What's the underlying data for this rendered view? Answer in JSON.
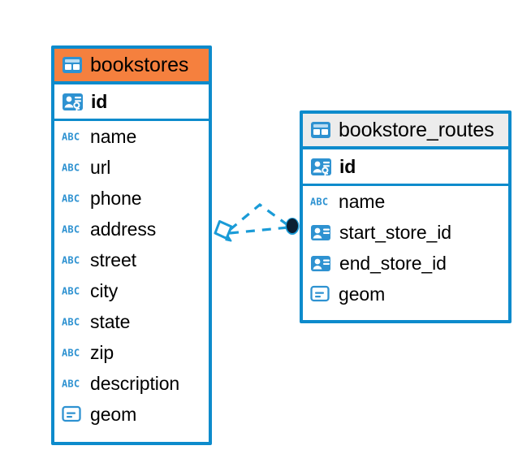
{
  "diagram": {
    "type": "entity-relationship-diagram",
    "colors": {
      "border_blue": "#0d8bcc",
      "header_orange": "#f5803e",
      "header_gray": "#ececec",
      "icon_blue": "#2e92d1",
      "connector_blue": "#1a9bd7",
      "connector_endpoint_dark": "#0b1f33",
      "background": "#ffffff",
      "text": "#000000"
    },
    "tables": [
      {
        "name": "bookstores",
        "header_style": "orange",
        "title_icon": "table-icon",
        "fields": [
          {
            "name": "id",
            "icon": "primary-key-icon",
            "type": "pk",
            "bold": true
          },
          {
            "name": "name",
            "icon": "abc-text-icon",
            "type": "text",
            "bold": false
          },
          {
            "name": "url",
            "icon": "abc-text-icon",
            "type": "text",
            "bold": false
          },
          {
            "name": "phone",
            "icon": "abc-text-icon",
            "type": "text",
            "bold": false
          },
          {
            "name": "address",
            "icon": "abc-text-icon",
            "type": "text",
            "bold": false
          },
          {
            "name": "street",
            "icon": "abc-text-icon",
            "type": "text",
            "bold": false
          },
          {
            "name": "city",
            "icon": "abc-text-icon",
            "type": "text",
            "bold": false
          },
          {
            "name": "state",
            "icon": "abc-text-icon",
            "type": "text",
            "bold": false
          },
          {
            "name": "zip",
            "icon": "abc-text-icon",
            "type": "text",
            "bold": false
          },
          {
            "name": "description",
            "icon": "abc-text-icon",
            "type": "text",
            "bold": false
          },
          {
            "name": "geom",
            "icon": "geometry-icon",
            "type": "geometry",
            "bold": false
          }
        ]
      },
      {
        "name": "bookstore_routes",
        "header_style": "gray",
        "title_icon": "table-icon",
        "fields": [
          {
            "name": "id",
            "icon": "primary-key-icon",
            "type": "pk",
            "bold": true
          },
          {
            "name": "name",
            "icon": "abc-text-icon",
            "type": "text",
            "bold": false
          },
          {
            "name": "start_store_id",
            "icon": "foreign-key-icon",
            "type": "fk",
            "bold": false
          },
          {
            "name": "end_store_id",
            "icon": "foreign-key-icon",
            "type": "fk",
            "bold": false
          },
          {
            "name": "geom",
            "icon": "geometry-icon",
            "type": "geometry",
            "bold": false
          }
        ]
      }
    ],
    "relationship": {
      "from_table": "bookstores",
      "to_table": "bookstore_routes",
      "line_style": "dashed",
      "source_endpoint": "diamond",
      "target_endpoint": "filled-circle"
    }
  }
}
